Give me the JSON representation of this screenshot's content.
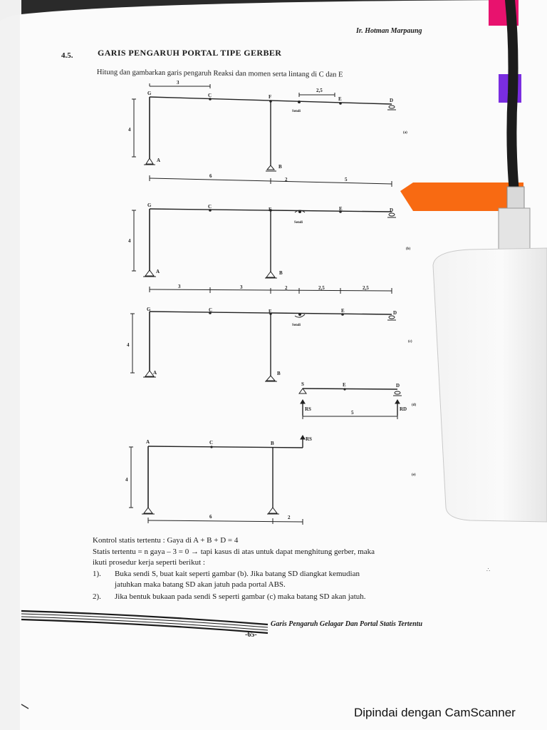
{
  "header": {
    "author": "Ir. Hotman Marpaung"
  },
  "section": {
    "number": "4.5.",
    "title": "GARIS PENGARUH PORTAL TIPE GERBER",
    "instruction": "Hitung dan gambarkan garis pengaruh Reaksi dan momen serta lintang di C dan E"
  },
  "figure_labels": [
    "(a)",
    "(b)",
    "(c)",
    "(d)",
    "(e)"
  ],
  "nodes": {
    "A": "A",
    "B": "B",
    "C": "C",
    "D": "D",
    "E": "E",
    "F": "F",
    "G": "G",
    "S": "S",
    "sendi": "Sendi",
    "RS": "RS",
    "RD": "RD"
  },
  "dims": {
    "a_top": [
      "3",
      "2,5"
    ],
    "height": "4",
    "a_bottom": [
      "6",
      "2",
      "5"
    ],
    "b_bottom": [
      "3",
      "3",
      "2",
      "2,5",
      "2,5"
    ],
    "d_span": "5",
    "e_bottom": [
      "6",
      "2"
    ]
  },
  "body_text": {
    "line1": "Kontrol statis tertentu : Gaya di A + B + D = 4",
    "line2": "Statis tertentu = n gaya – 3 = 0 → tapi kasus di atas untuk dapat menghitung gerber, maka",
    "line3": "ikuti prosedur kerja seperti berikut :",
    "item1_num": "1).",
    "item1_line1": "Buka sendi S, buat kait seperti gambar (b). Jika batang SD diangkat kemudian",
    "item1_line2": "jatuhkan maka batang SD akan jatuh pada portal ABS.",
    "item2_num": "2).",
    "item2_text": "Jika bentuk bukaan pada sendi S seperti gambar (c) maka batang SD akan jatuh."
  },
  "footer": {
    "running_title": "Garis Pengaruh Gelagar Dan Portal Statis Tertentu",
    "page_number": "-65-"
  },
  "watermark": "Dipindai dengan CamScanner"
}
